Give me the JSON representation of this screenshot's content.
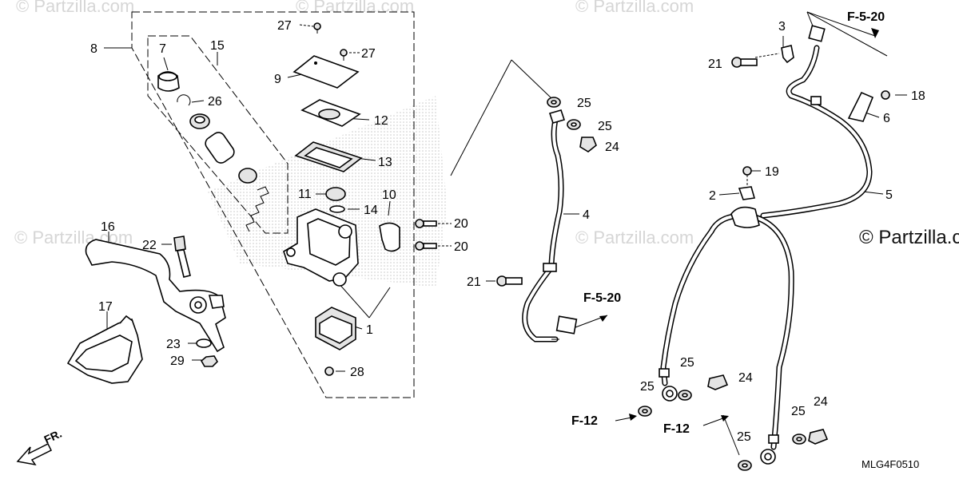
{
  "diagram": {
    "callouts": [
      {
        "id": "c27a",
        "text": "27"
      },
      {
        "id": "c27b",
        "text": "27"
      },
      {
        "id": "c8",
        "text": "8"
      },
      {
        "id": "c7",
        "text": "7"
      },
      {
        "id": "c15",
        "text": "15"
      },
      {
        "id": "c9",
        "text": "9"
      },
      {
        "id": "c26",
        "text": "26"
      },
      {
        "id": "c12",
        "text": "12"
      },
      {
        "id": "c13",
        "text": "13"
      },
      {
        "id": "c11",
        "text": "11"
      },
      {
        "id": "c10",
        "text": "10"
      },
      {
        "id": "c14",
        "text": "14"
      },
      {
        "id": "c20a",
        "text": "20"
      },
      {
        "id": "c20b",
        "text": "20"
      },
      {
        "id": "c16",
        "text": "16"
      },
      {
        "id": "c22",
        "text": "22"
      },
      {
        "id": "c17",
        "text": "17"
      },
      {
        "id": "c1",
        "text": "1"
      },
      {
        "id": "c23",
        "text": "23"
      },
      {
        "id": "c29",
        "text": "29"
      },
      {
        "id": "c28",
        "text": "28"
      },
      {
        "id": "c25a",
        "text": "25"
      },
      {
        "id": "c25b",
        "text": "25"
      },
      {
        "id": "c24a",
        "text": "24"
      },
      {
        "id": "c4",
        "text": "4"
      },
      {
        "id": "c21a",
        "text": "21"
      },
      {
        "id": "c3",
        "text": "3"
      },
      {
        "id": "c21b",
        "text": "21"
      },
      {
        "id": "c18",
        "text": "18"
      },
      {
        "id": "c6",
        "text": "6"
      },
      {
        "id": "c19",
        "text": "19"
      },
      {
        "id": "c2",
        "text": "2"
      },
      {
        "id": "c5",
        "text": "5"
      },
      {
        "id": "c25c",
        "text": "25"
      },
      {
        "id": "c24b",
        "text": "24"
      },
      {
        "id": "c25d",
        "text": "25"
      },
      {
        "id": "c24c",
        "text": "24"
      },
      {
        "id": "c25e",
        "text": "25"
      },
      {
        "id": "c25f",
        "text": "25"
      }
    ],
    "references": {
      "f520_top": "F-5-20",
      "f520_mid": "F-5-20",
      "f12_left": "F-12",
      "f12_right": "F-12"
    },
    "direction_label": "FR.",
    "diagram_code": "MLG4F0510",
    "brand_text": "© Partzilla.com",
    "watermark_text": "© Partzilla.com"
  }
}
